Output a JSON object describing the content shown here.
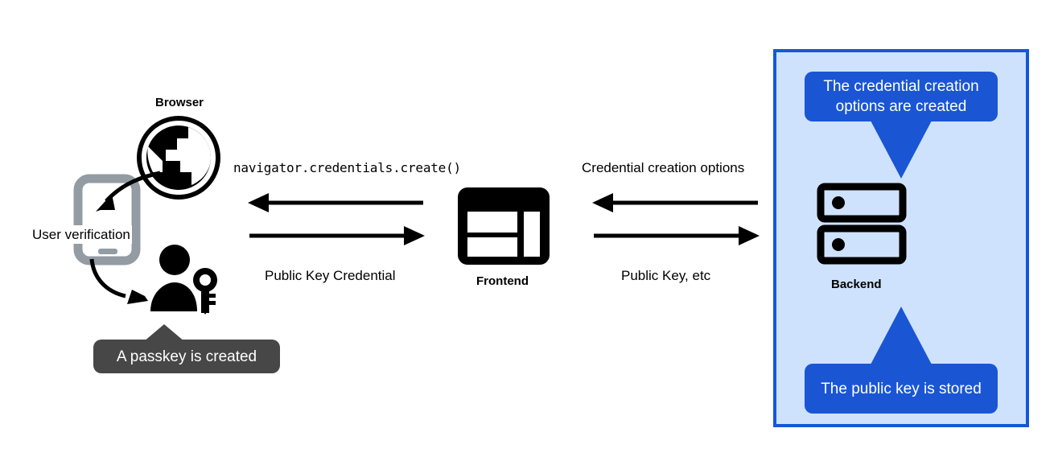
{
  "diagram": {
    "title": "WebAuthn passkey registration flow",
    "colors": {
      "panel_fill": "#cfe2fd",
      "panel_border": "#1558d6",
      "callout_blue": "#1a56d4",
      "callout_dark": "#474747",
      "icon_black": "#000000",
      "phone_gray": "#939ba3",
      "text_white": "#ffffff"
    },
    "nodes": [
      {
        "id": "browser",
        "label": "Browser",
        "icon": "globe-icon"
      },
      {
        "id": "frontend",
        "label": "Frontend",
        "icon": "window-layout-icon"
      },
      {
        "id": "backend",
        "label": "Backend",
        "icon": "server-stack-icon"
      }
    ],
    "annotations": [
      {
        "id": "user-verification",
        "label": "User verification"
      }
    ],
    "messages": [
      {
        "id": "navigator-create",
        "label": "navigator.credentials.create()",
        "style": "mono",
        "direction": "left"
      },
      {
        "id": "public-key-credential",
        "label": "Public Key Credential",
        "style": "sans",
        "direction": "right"
      },
      {
        "id": "credential-creation-options",
        "label": "Credential creation options",
        "style": "sans",
        "direction": "left"
      },
      {
        "id": "public-key-etc",
        "label": "Public Key, etc",
        "style": "sans",
        "direction": "right"
      }
    ],
    "callouts": [
      {
        "id": "credential-options-created",
        "text": "The credential creation options are created",
        "variant": "blue",
        "tail": "down"
      },
      {
        "id": "public-key-stored",
        "text": "The public key is stored",
        "variant": "blue",
        "tail": "up"
      },
      {
        "id": "passkey-created",
        "text": "A passkey is created",
        "variant": "dark",
        "tail": "up"
      }
    ]
  }
}
